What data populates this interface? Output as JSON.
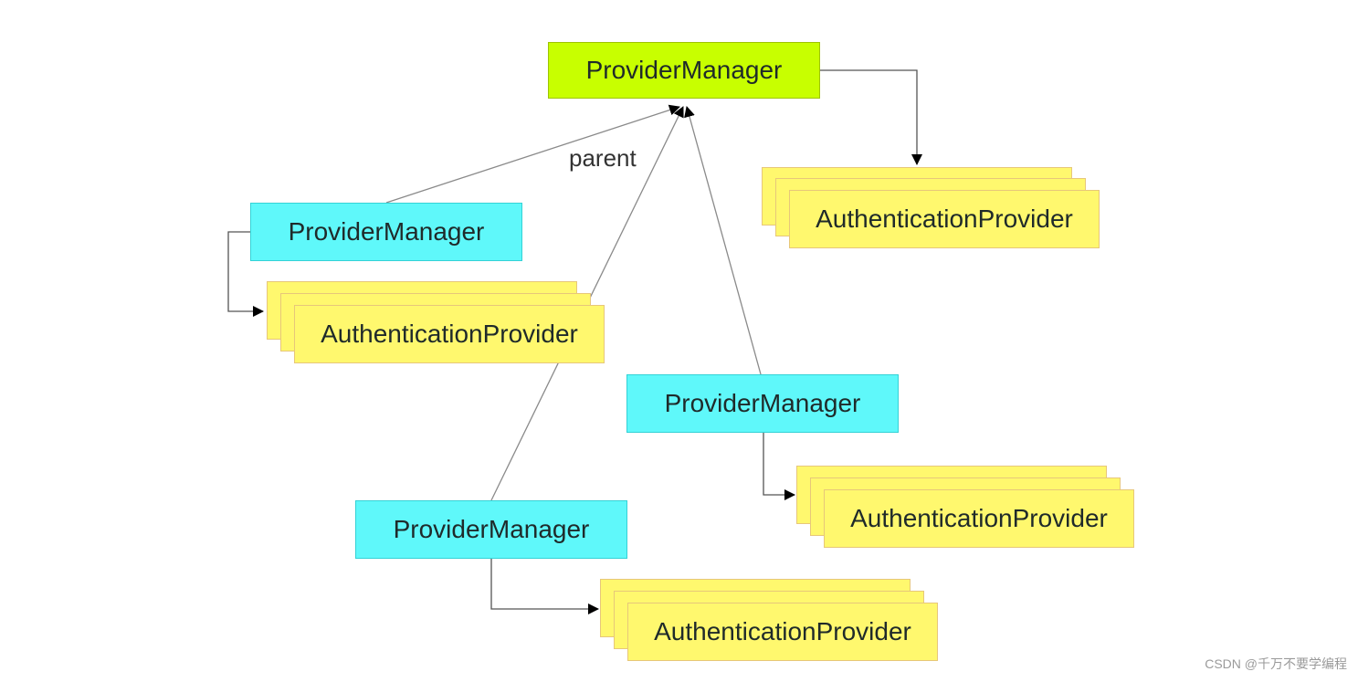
{
  "nodes": {
    "root_manager": "ProviderManager",
    "root_provider": "AuthenticationProvider",
    "child_manager_1": "ProviderManager",
    "child_provider_1": "AuthenticationProvider",
    "child_manager_2": "ProviderManager",
    "child_provider_2": "AuthenticationProvider",
    "child_manager_3": "ProviderManager",
    "child_provider_3": "AuthenticationProvider"
  },
  "edge_labels": {
    "parent": "parent"
  },
  "colors": {
    "root_fill": "#c8ff00",
    "child_fill": "#5ff8fa",
    "provider_fill": "#fff86e",
    "line": "#8a8a8a",
    "arrow": "#000000"
  },
  "watermark": "CSDN @千万不要学编程"
}
